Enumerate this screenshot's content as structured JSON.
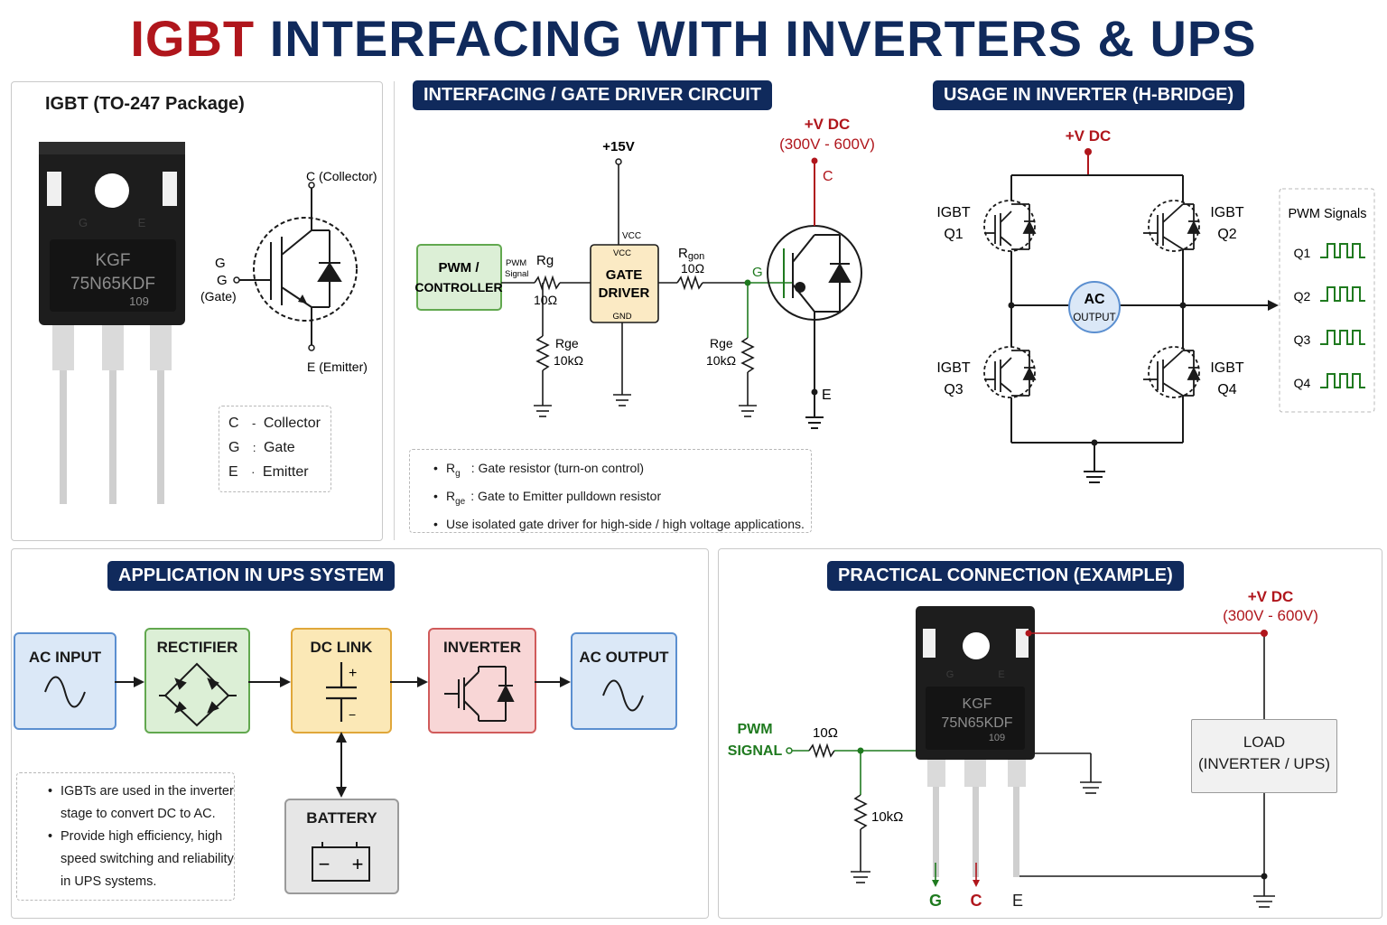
{
  "title": {
    "part1": "IGBT",
    "part2": "INTERFACING WITH INVERTERS & UPS"
  },
  "colors": {
    "navy": "#102a5c",
    "red": "#b0161c",
    "green": "#1f7a1f",
    "title_red": "#b0161c"
  },
  "package_panel": {
    "heading": "IGBT (TO-247 Package)",
    "chip_text": [
      "KGF",
      "75N65KDF",
      "109"
    ],
    "chip_marks": [
      "G",
      "E"
    ],
    "symbol_labels": {
      "collector": "C (Collector)",
      "gate_g1": "G",
      "gate_g2": "G",
      "gate_name": "(Gate)",
      "emitter": "E (Emitter)"
    },
    "legend": [
      {
        "letter": "C",
        "sep": "-",
        "name": "Collector"
      },
      {
        "letter": "G",
        "sep": ":",
        "name": "Gate"
      },
      {
        "letter": "E",
        "sep": "·",
        "name": "Emitter"
      }
    ]
  },
  "gate_driver_section": {
    "heading": "INTERFACING / GATE DRIVER CIRCUIT",
    "controller": [
      "PWM /",
      "CONTROLLER"
    ],
    "pwm_signal": [
      "PWM",
      "Signal"
    ],
    "rg_label": "Rg",
    "rg_value": "10Ω",
    "rge_left_label": "Rge",
    "rge_left_value": "10kΩ",
    "supply": "+15V",
    "vcc_outer": "VCC",
    "driver": {
      "vcc": "VCC",
      "line1": "GATE",
      "line2": "DRIVER",
      "gnd": "GND"
    },
    "rgon_label_main": "R",
    "rgon_label_sub": "gon",
    "rgon_value": "10Ω",
    "g_label": "G",
    "rge_right_label": "Rge",
    "rge_right_value": "10kΩ",
    "vdc": "+V DC",
    "vdc_range": "(300V - 600V)",
    "c_label": "C",
    "e_label": "E",
    "notes": [
      {
        "sym": "R",
        "sub": "g",
        "text": ": Gate resistor (turn-on control)"
      },
      {
        "sym": "R",
        "sub": "ge",
        "text": ": Gate to Emitter pulldown resistor"
      },
      {
        "sym": "",
        "sub": "",
        "text": "Use isolated gate driver for high-side / high voltage applications."
      }
    ]
  },
  "hbridge_section": {
    "heading": "USAGE IN INVERTER (H-BRIDGE)",
    "vdc": "+V DC",
    "q1": [
      "IGBT",
      "Q1"
    ],
    "q2": [
      "IGBT",
      "Q2"
    ],
    "q3": [
      "IGBT",
      "Q3"
    ],
    "q4": [
      "IGBT",
      "Q4"
    ],
    "ac_output": [
      "AC",
      "OUTPUT"
    ],
    "pwm_title": "PWM Signals",
    "pwm_channels": [
      "Q1",
      "Q2",
      "Q3",
      "Q4"
    ]
  },
  "ups_section": {
    "heading": "APPLICATION IN UPS SYSTEM",
    "blocks": {
      "ac_input": "AC INPUT",
      "rectifier": "RECTIFIER",
      "dc_link": "DC LINK",
      "inverter": "INVERTER",
      "ac_output": "AC OUTPUT",
      "battery": "BATTERY"
    },
    "dc_link_marks": {
      "plus": "+",
      "minus": "−"
    },
    "battery_marks": {
      "minus": "−",
      "plus": "+"
    },
    "block_colors": {
      "blue": {
        "bg": "#dbe8f7",
        "border": "#5b8fd0"
      },
      "green": {
        "bg": "#dcefd6",
        "border": "#62a84f"
      },
      "yellow": {
        "bg": "#fbe8b6",
        "border": "#e0a73a"
      },
      "red": {
        "bg": "#f8d6d6",
        "border": "#d05b5b"
      },
      "gray": {
        "bg": "#e6e6e6",
        "border": "#9a9a9a"
      }
    },
    "notes": [
      "IGBTs are used in the inverter stage to convert DC to AC.",
      "Provide high efficiency, high speed switching and reliability in UPS systems."
    ]
  },
  "practical_section": {
    "heading": "PRACTICAL CONNECTION (EXAMPLE)",
    "pwm_signal": [
      "PWM",
      "SIGNAL"
    ],
    "series_res": "10Ω",
    "pulldown_res": "10kΩ",
    "chip_text": [
      "KGF",
      "75N65KDF",
      "109"
    ],
    "chip_marks": [
      "G",
      "E"
    ],
    "vdc": "+V DC",
    "vdc_range": "(300V - 600V)",
    "load": [
      "LOAD",
      "(INVERTER / UPS)"
    ],
    "pins": [
      "G",
      "C",
      "E"
    ]
  }
}
